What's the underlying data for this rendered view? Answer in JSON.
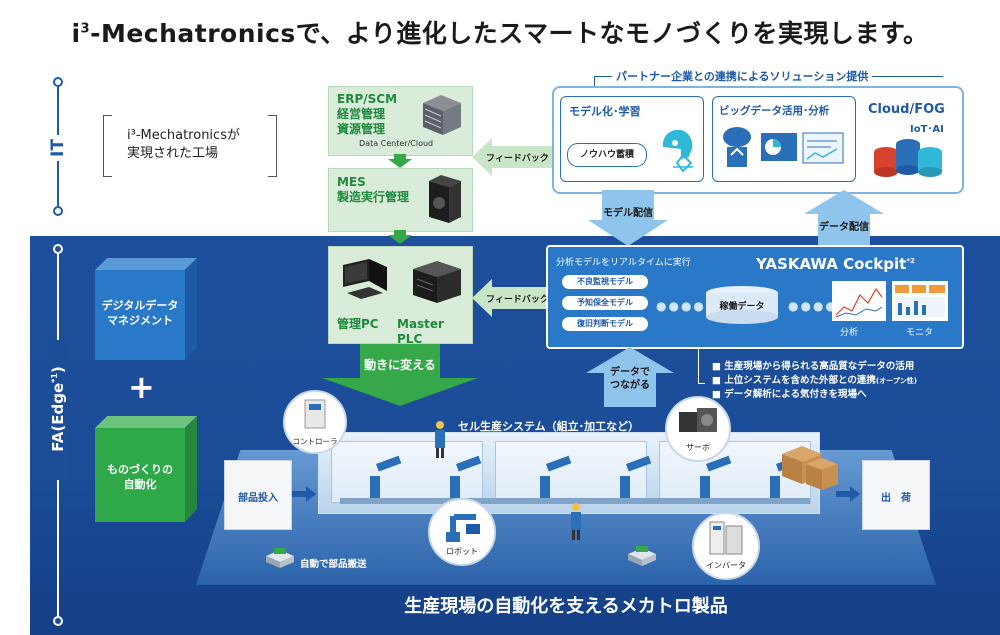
{
  "headline": {
    "prefix": "i",
    "sup": "3",
    "rest": "-Mechatronicsで、より進化したスマートなモノづくりを実現します。"
  },
  "rail": {
    "it_label": "IT",
    "fa_label": "FA(Edge",
    "fa_sup": "*1",
    "fa_close": ")"
  },
  "bracket_note": {
    "line1": "i³-Mechatronicsが",
    "line2": "実現された工場"
  },
  "erp": {
    "title1": "ERP/SCM",
    "title2": "経営管理",
    "title3": "資源管理",
    "sub": "Data Center/Cloud"
  },
  "mes": {
    "title1": "MES",
    "title2": "製造実行管理"
  },
  "plc": {
    "label1": "管理PC",
    "label2": "Master PLC"
  },
  "partner": {
    "header": "パートナー企業との連携によるソリューション提供",
    "model_title": "モデル化･学習",
    "model_sub": "ノウハウ蓄積",
    "bigdata_title": "ビッグデータ活用･分析",
    "cloud_title": "Cloud/FOG",
    "cloud_sub": "IoT･AI"
  },
  "arrows": {
    "feedback_top": "フィードバック",
    "feedback_mid": "フィードバック",
    "model_dist": "モデル配信",
    "data_dist": "データ配信",
    "change_move": "動きに変える",
    "data_connect1": "データで",
    "data_connect2": "つながる"
  },
  "cockpit": {
    "caption": "分析モデルをリアルタイムに実行",
    "title": "YASKAWA Cockpit",
    "title_sup": "*2",
    "pills": [
      "不良監視モデル",
      "予知保全モデル",
      "復旧判断モデル"
    ],
    "db_label": "稼働データ",
    "analysis_label": "分析",
    "monitor_label": "モニタ"
  },
  "bullets": [
    "生産現場から得られる高品質なデータの活用",
    "上位システムを含めた外部との連携",
    "データ解析による気付きを現場へ"
  ],
  "bullet_open": "(オープン性)",
  "cubes": {
    "top": "デジタルデータ\nマネジメント",
    "top1": "デジタルデータ",
    "top2": "マネジメント",
    "plus": "+",
    "bottom1": "ものづくりの",
    "bottom2": "自動化"
  },
  "factory": {
    "cell": "セル生産システム（組立･加工など）",
    "controller": "コントローラ",
    "servo": "サーボ",
    "robot": "ロボット",
    "inverter": "インバータ",
    "parts_in": "部品投入",
    "ship": "出　荷",
    "agv": "自動で部品搬送"
  },
  "footer": "生産現場の自動化を支えるメカトロ製品",
  "colors": {
    "brand_blue": "#1e5aa8",
    "green": "#1f8a3c",
    "arrow_green": "#36a84a",
    "light_blue": "#7fb3e0"
  }
}
